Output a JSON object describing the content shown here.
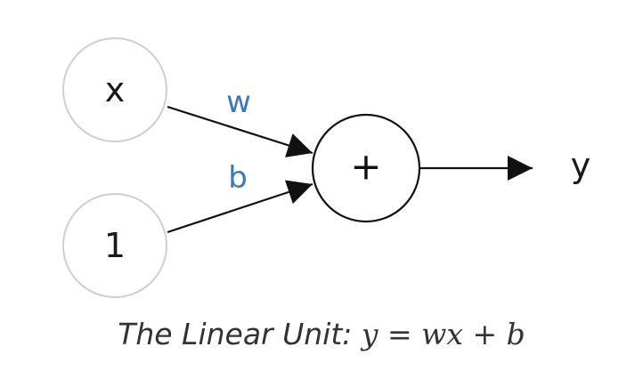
{
  "diagram": {
    "inputs": [
      {
        "label": "x",
        "weight": "w"
      },
      {
        "label": "1",
        "weight": "b"
      }
    ],
    "operation": "+",
    "output": "y"
  },
  "caption": {
    "text": "The Linear Unit:",
    "equation": "y = wx + b"
  },
  "colors": {
    "weight_label": "#3a78c0",
    "input_stroke": "#cfcfcf",
    "op_stroke": "#111111",
    "arrow": "#111111"
  }
}
